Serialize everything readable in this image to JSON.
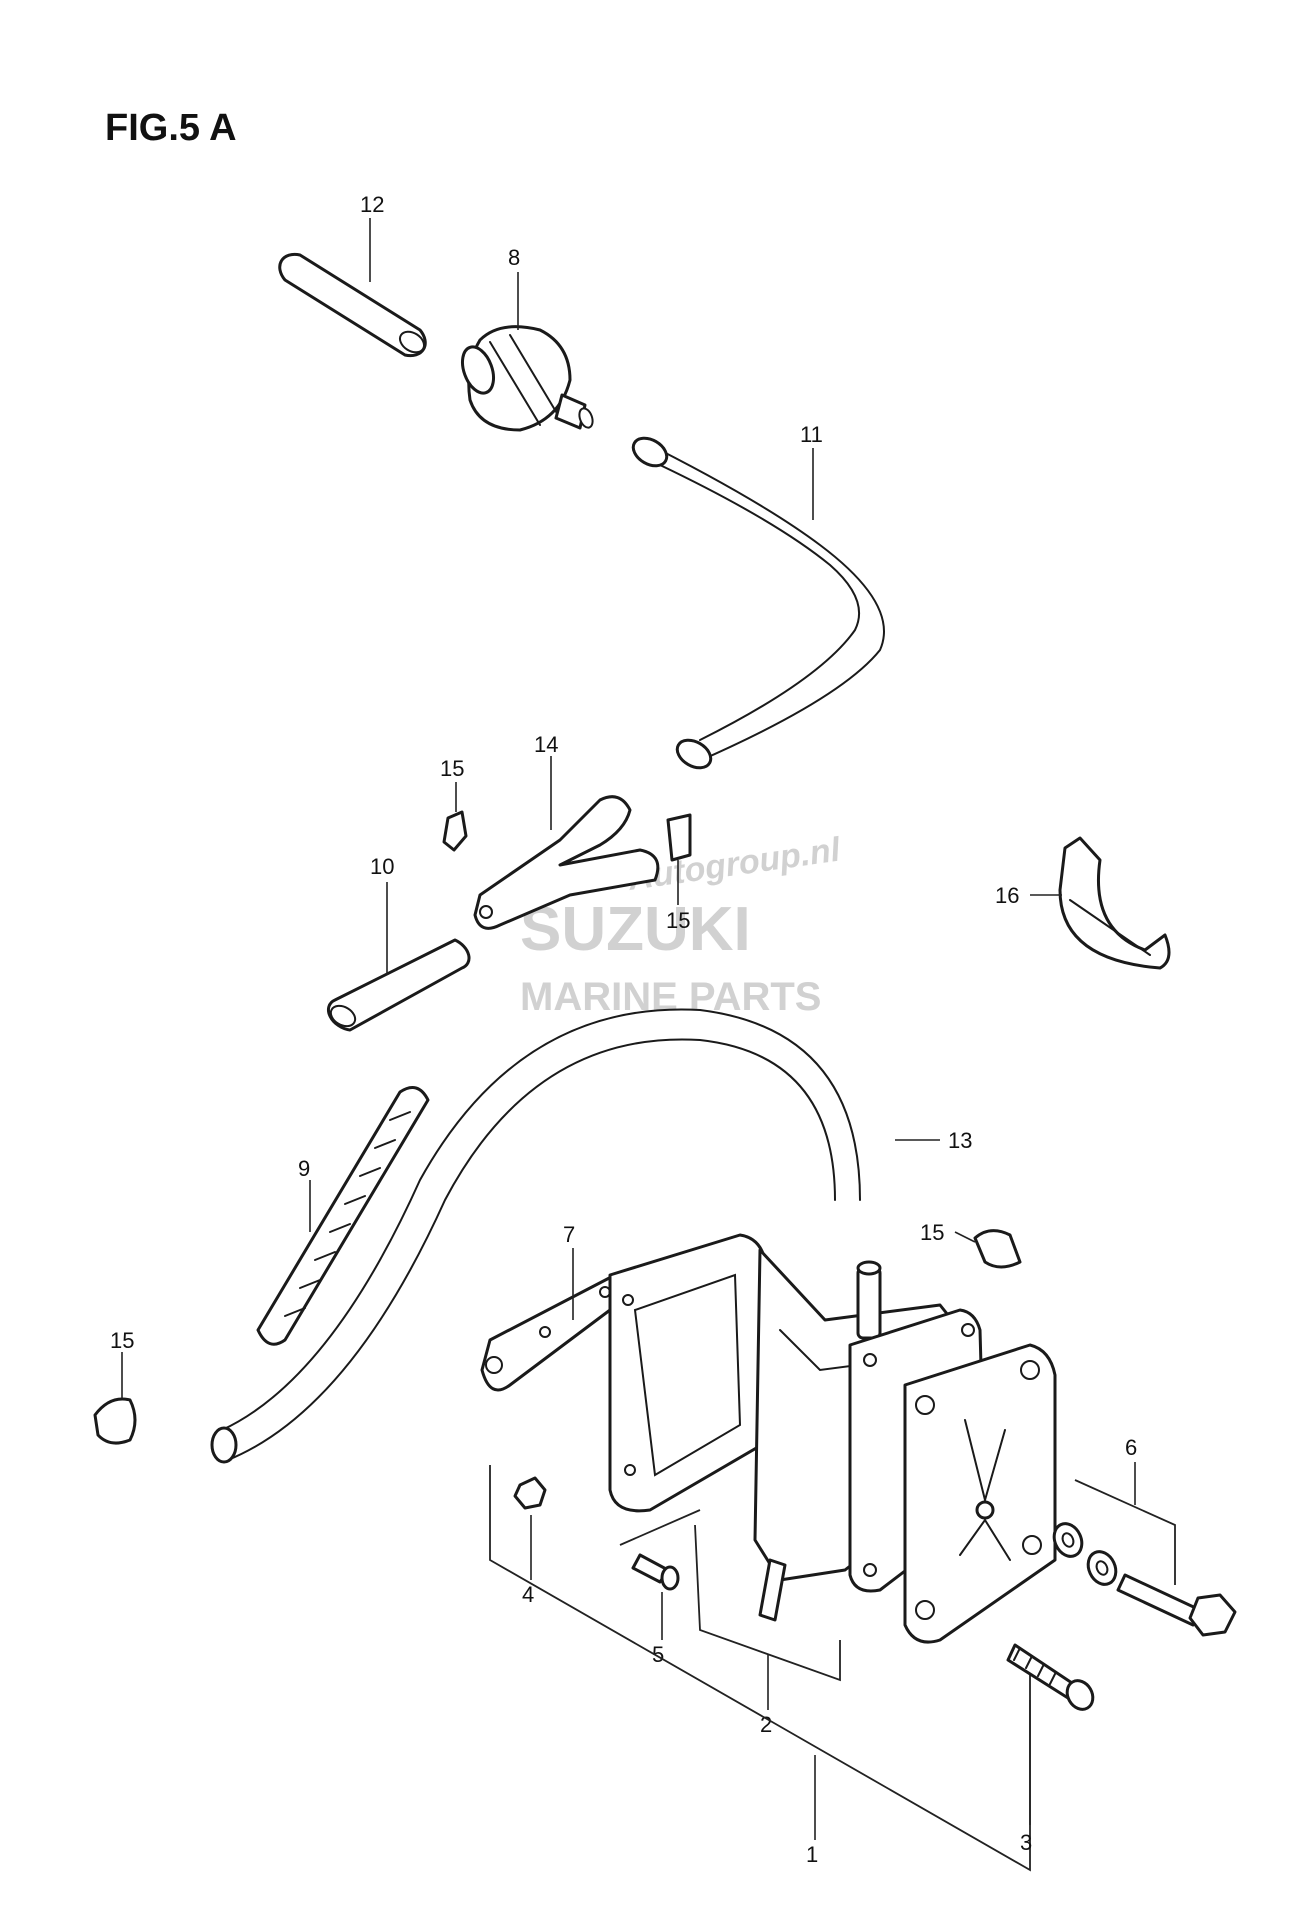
{
  "figure": {
    "title": "FIG.5 A"
  },
  "watermark": {
    "brand": "SUZUKI",
    "line2": "MARINE PARTS",
    "site": "Autogroup.nl"
  },
  "callouts": {
    "c1": "1",
    "c2": "2",
    "c3": "3",
    "c4": "4",
    "c5": "5",
    "c6": "6",
    "c7": "7",
    "c8": "8",
    "c9": "9",
    "c10": "10",
    "c11": "11",
    "c12": "12",
    "c13": "13",
    "c14": "14",
    "c15a": "15",
    "c15b": "15",
    "c15c": "15",
    "c15d": "15",
    "c16": "16"
  },
  "colors": {
    "ink": "#1a1a1a",
    "watermark": "#c9c9c9",
    "background": "#ffffff"
  }
}
